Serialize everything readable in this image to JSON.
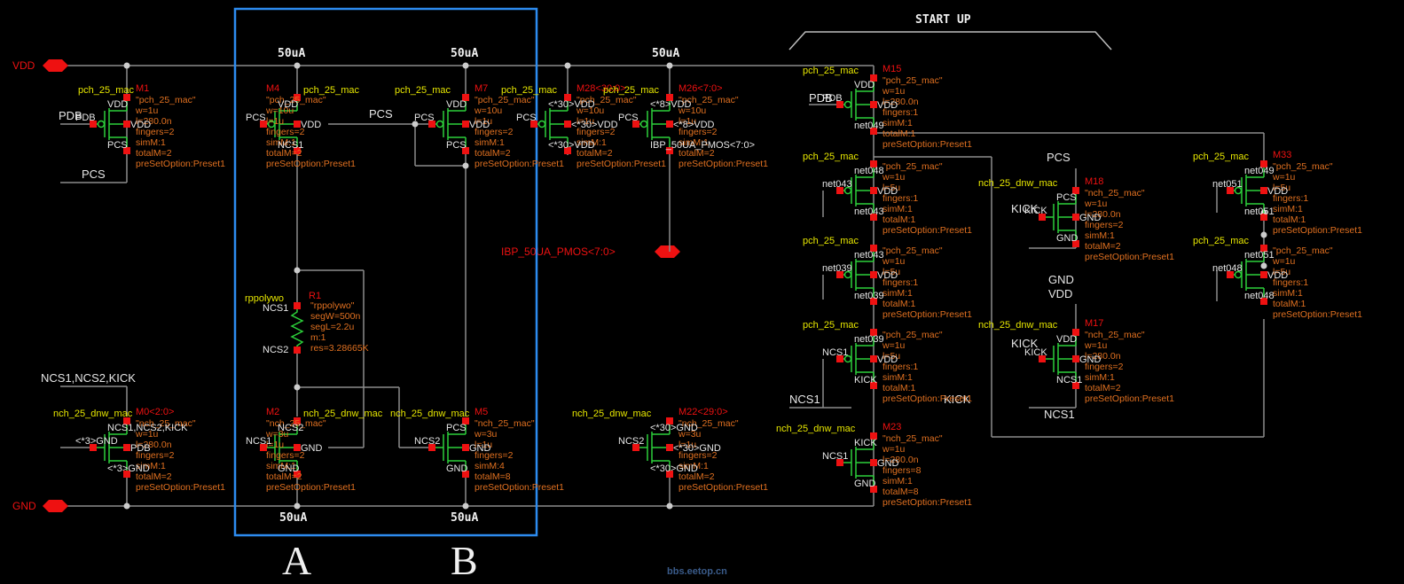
{
  "ports": {
    "vdd": "VDD",
    "gnd": "GND",
    "ibp": "IBP_50UA_PMOS<7:0>"
  },
  "section_labels": {
    "a": "A",
    "b": "B",
    "startup": "START UP"
  },
  "currents": {
    "c1": "50uA",
    "c2": "50uA",
    "c3": "50uA",
    "c4": "50uA",
    "c5": "50uA"
  },
  "nets": {
    "pcs_mid": "PCS",
    "pcs_left": "PCS",
    "pdb_left": "PDB",
    "ncs_kick": "NCS1,NCS2,KICK",
    "pdb_startup": "PDB",
    "pcs_startup": "PCS",
    "kick_1": "KICK",
    "kick_2": "KICK",
    "kick_mid": "KICK",
    "gnd_startup": "GND",
    "vdd_startup": "VDD",
    "ncs1_left": "NCS1",
    "ncs1_bottom": "NCS1"
  },
  "devices": {
    "M1": {
      "model": "pch_25_mac",
      "name": "M1",
      "cell": "\"pch_25_mac\"",
      "p1": "w=1u",
      "p2": "l=280.0n",
      "p3": "fingers=2",
      "p4": "simM:1",
      "p5": "totalM=2",
      "p6": "preSetOption:Preset1",
      "pins": [
        "VDD",
        "PDB",
        "VDD",
        "PCS"
      ]
    },
    "M4": {
      "model": "pch_25_mac",
      "name": "M4",
      "cell": "\"pch_25_mac\"",
      "p1": "w=10u",
      "p2": "l=1u",
      "p3": "fingers=2",
      "p4": "simM:1",
      "p5": "totalM=2",
      "p6": "preSetOption:Preset1",
      "pins": [
        "VDD",
        "PCS",
        "VDD",
        "NCS1"
      ]
    },
    "M7": {
      "model": "pch_25_mac",
      "name": "M7",
      "cell": "\"pch_25_mac\"",
      "p1": "w=10u",
      "p2": "l=1u",
      "p3": "fingers=2",
      "p4": "simM:1",
      "p5": "totalM=2",
      "p6": "preSetOption:Preset1",
      "pins": [
        "VDD",
        "PCS",
        "VDD",
        "PCS"
      ]
    },
    "M28": {
      "model": "pch_25_mac",
      "name": "M28<30:0>",
      "cell": "\"pch_25_mac\"",
      "p1": "w=10u",
      "p2": "l=1u",
      "p3": "fingers=2",
      "p4": "simM:1",
      "p5": "totalM=2",
      "p6": "preSetOption:Preset1",
      "pins": [
        "<*30>VDD",
        "PCS",
        "<*30>VDD",
        "<*30>VDD"
      ]
    },
    "M26": {
      "model": "pch_25_mac",
      "name": "M26<7:0>",
      "cell": "\"pch_25_mac\"",
      "p1": "w=10u",
      "p2": "l=1u",
      "p3": "fingers=2",
      "p4": "simM:1",
      "p5": "totalM=2",
      "p6": "preSetOption:Preset1",
      "pins": [
        "<*8>VDD",
        "PCS",
        "<*8>VDD",
        "IBP_50UA_PMOS<7:0>"
      ]
    },
    "R1": {
      "model": "rppolywo",
      "name": "R1",
      "cell": "\"rppolywo\"",
      "p1": "segW=500n",
      "p2": "segL=2.2u",
      "p3": "m:1",
      "p4": "res=3.28665K",
      "pins": [
        "NCS1",
        "NCS2"
      ]
    },
    "M0": {
      "model": "nch_25_dnw_mac",
      "name": "M0<2:0>",
      "cell": "\"nch_25_mac\"",
      "p1": "w=1u",
      "p2": "l=280.0n",
      "p3": "fingers=2",
      "p4": "simM:1",
      "p5": "totalM=2",
      "p6": "preSetOption:Preset1",
      "pins": [
        "NCS1,NCS2,KICK",
        "<*3>GND",
        "PDB",
        "<*3>GND"
      ]
    },
    "M2": {
      "model": "nch_25_dnw_mac",
      "name": "M2",
      "cell": "\"nch_25_mac\"",
      "p1": "w=3u",
      "p2": "l=1u",
      "p3": "fingers=2",
      "p4": "simM:1",
      "p5": "totalM=2",
      "p6": "preSetOption:Preset1",
      "pins": [
        "NCS2",
        "NCS1",
        "GND",
        "GND"
      ]
    },
    "M5": {
      "model": "nch_25_dnw_mac",
      "name": "M5",
      "cell": "\"nch_25_mac\"",
      "p1": "w=3u",
      "p2": "l=1u",
      "p3": "fingers=2",
      "p4": "simM:4",
      "p5": "totalM=8",
      "p6": "preSetOption:Preset1",
      "pins": [
        "PCS",
        "NCS2",
        "GND",
        "GND"
      ]
    },
    "M22": {
      "model": "nch_25_dnw_mac",
      "name": "M22<29:0>",
      "cell": "\"nch_25_mac\"",
      "p1": "w=3u",
      "p2": "l=1u",
      "p3": "fingers=2",
      "p4": "simM:1",
      "p5": "totalM=2",
      "p6": "preSetOption:Preset1",
      "pins": [
        "<*30>GND",
        "NCS2",
        "<*30>GND",
        "<*30>GND"
      ]
    },
    "M15": {
      "model": "pch_25_mac",
      "name": "M15",
      "cell": "\"pch_25_mac\"",
      "p1": "w=1u",
      "p2": "l=280.0n",
      "p3": "fingers:1",
      "p4": "simM:1",
      "p5": "totalM:1",
      "p6": "preSetOption:Preset1",
      "pins": [
        "VDD",
        "PDB",
        "VDD",
        "net049"
      ]
    },
    "M48": {
      "model": "pch_25_mac",
      "name": "",
      "cell": "\"pch_25_mac\"",
      "p1": "w=1u",
      "p2": "l=5u",
      "p3": "fingers:1",
      "p4": "simM:1",
      "p5": "totalM:1",
      "p6": "preSetOption:Preset1",
      "pins": [
        "net048",
        "net043",
        "VDD",
        "net043"
      ]
    },
    "M43": {
      "model": "pch_25_mac",
      "name": "",
      "cell": "\"pch_25_mac\"",
      "p1": "w=1u",
      "p2": "l=5u",
      "p3": "fingers:1",
      "p4": "simM:1",
      "p5": "totalM:1",
      "p6": "preSetOption:Preset1",
      "pins": [
        "net043",
        "net039",
        "VDD",
        "net039"
      ]
    },
    "M39": {
      "model": "pch_25_mac",
      "name": "",
      "cell": "\"pch_25_mac\"",
      "p1": "w=1u",
      "p2": "l=5u",
      "p3": "fingers:1",
      "p4": "simM:1",
      "p5": "totalM:1",
      "p6": "preSetOption:Preset1",
      "pins": [
        "net039",
        "NCS1",
        "VDD",
        "KICK"
      ]
    },
    "M23": {
      "model": "nch_25_dnw_mac",
      "name": "M23",
      "cell": "\"nch_25_mac\"",
      "p1": "w=1u",
      "p2": "l=280.0n",
      "p3": "fingers=8",
      "p4": "simM:1",
      "p5": "totalM=8",
      "p6": "preSetOption:Preset1",
      "pins": [
        "KICK",
        "NCS1",
        "GND",
        "GND"
      ]
    },
    "M18": {
      "model": "nch_25_dnw_mac",
      "name": "M18",
      "cell": "\"nch_25_mac\"",
      "p1": "w=1u",
      "p2": "l=280.0n",
      "p3": "fingers=2",
      "p4": "simM:1",
      "p5": "totalM=2",
      "p6": "preSetOption:Preset1",
      "pins": [
        "PCS",
        "KICK",
        "GND",
        "GND"
      ]
    },
    "M17": {
      "model": "nch_25_dnw_mac",
      "name": "M17",
      "cell": "\"nch_25_mac\"",
      "p1": "w=1u",
      "p2": "l=280.0n",
      "p3": "fingers=2",
      "p4": "simM:1",
      "p5": "totalM=2",
      "p6": "preSetOption:Preset1",
      "pins": [
        "VDD",
        "KICK",
        "GND",
        "NCS1"
      ]
    },
    "M33": {
      "model": "pch_25_mac",
      "name": "M33",
      "cell": "\"pch_25_mac\"",
      "p1": "w=1u",
      "p2": "l=5u",
      "p3": "fingers:1",
      "p4": "simM:1",
      "p5": "totalM:1",
      "p6": "preSetOption:Preset1",
      "pins": [
        "net049",
        "net051",
        "VDD",
        "net051"
      ]
    },
    "M51": {
      "model": "pch_25_mac",
      "name": "",
      "cell": "\"pch_25_mac\"",
      "p1": "w=1u",
      "p2": "l=5u",
      "p3": "fingers:1",
      "p4": "simM:1",
      "p5": "totalM:1",
      "p6": "preSetOption:Preset1",
      "pins": [
        "net051",
        "net048",
        "VDD",
        "net048"
      ]
    }
  },
  "watermark": "bbs.eetop.cn"
}
